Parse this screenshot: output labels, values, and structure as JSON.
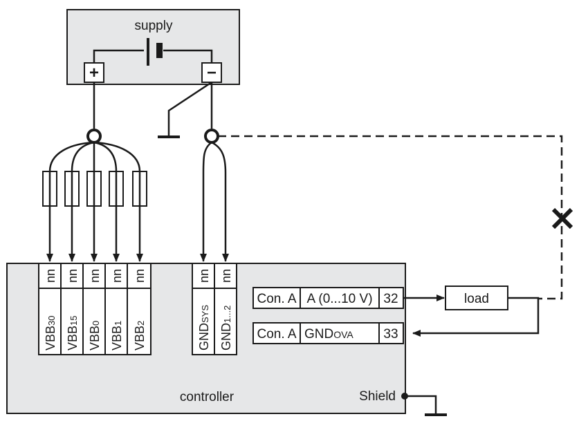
{
  "supply": {
    "label": "supply",
    "plus": "+",
    "minus": "−"
  },
  "controller": {
    "label": "controller",
    "shield": "Shield"
  },
  "load": {
    "label": "load"
  },
  "terminals": {
    "nn": "nn",
    "vbb30": {
      "base": "VBB",
      "sub": "30"
    },
    "vbb15": {
      "base": "VBB",
      "sub": "15"
    },
    "vbb0": {
      "base": "VBB",
      "sub": "0"
    },
    "vbb1": {
      "base": "VBB",
      "sub": "1"
    },
    "vbb2": {
      "base": "VBB",
      "sub": "2"
    },
    "gndsys": {
      "base": "GND",
      "sub": "SYS"
    },
    "gnd12": {
      "base": "GND",
      "sub": "1...2"
    }
  },
  "connector_a": {
    "con": "Con. A",
    "signal": "A (0...10 V)",
    "pin": "32"
  },
  "connector_b": {
    "con": "Con. A",
    "signal_base": "GND",
    "signal_sub": "OVA",
    "pin": "33"
  }
}
